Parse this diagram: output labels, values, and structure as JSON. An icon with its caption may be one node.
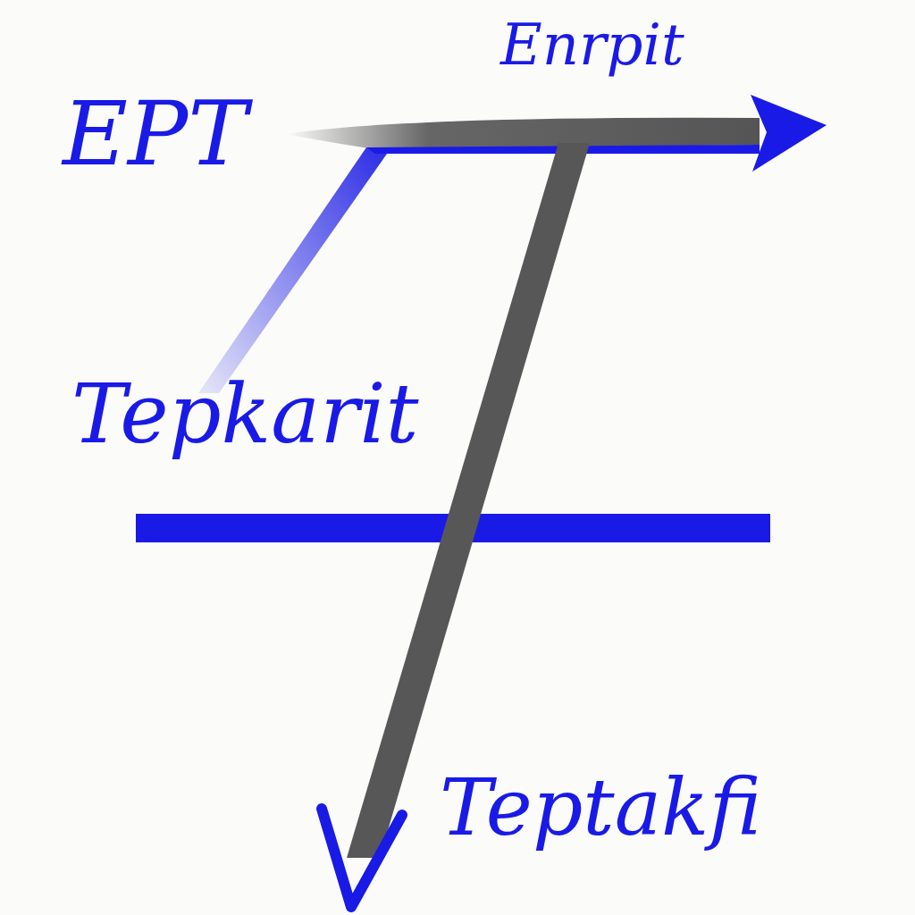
{
  "diagram": {
    "labels": [
      "Enrpit",
      "EPT",
      "Tepkarit",
      "Teptakfi"
    ]
  }
}
